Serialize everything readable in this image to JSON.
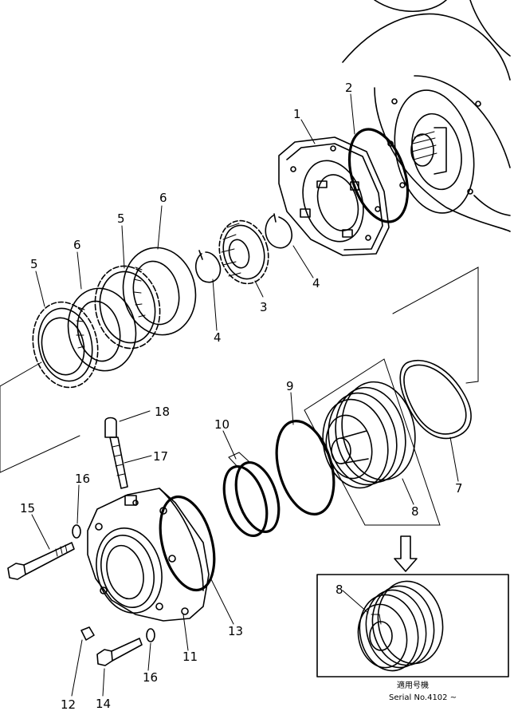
{
  "labels": {
    "p1": "1",
    "p2": "2",
    "p3": "3",
    "p4a": "4",
    "p4b": "4",
    "p5a": "5",
    "p5b": "5",
    "p6a": "6",
    "p6b": "6",
    "p7": "7",
    "p8a": "8",
    "p8b": "8",
    "p9": "9",
    "p10": "10",
    "p11": "11",
    "p12": "12",
    "p13": "13",
    "p14": "14",
    "p15": "15",
    "p16a": "16",
    "p16b": "16",
    "p17": "17",
    "p18": "18"
  },
  "serial": {
    "jp": "適用号機",
    "text": "Serial No.4102 ~"
  }
}
